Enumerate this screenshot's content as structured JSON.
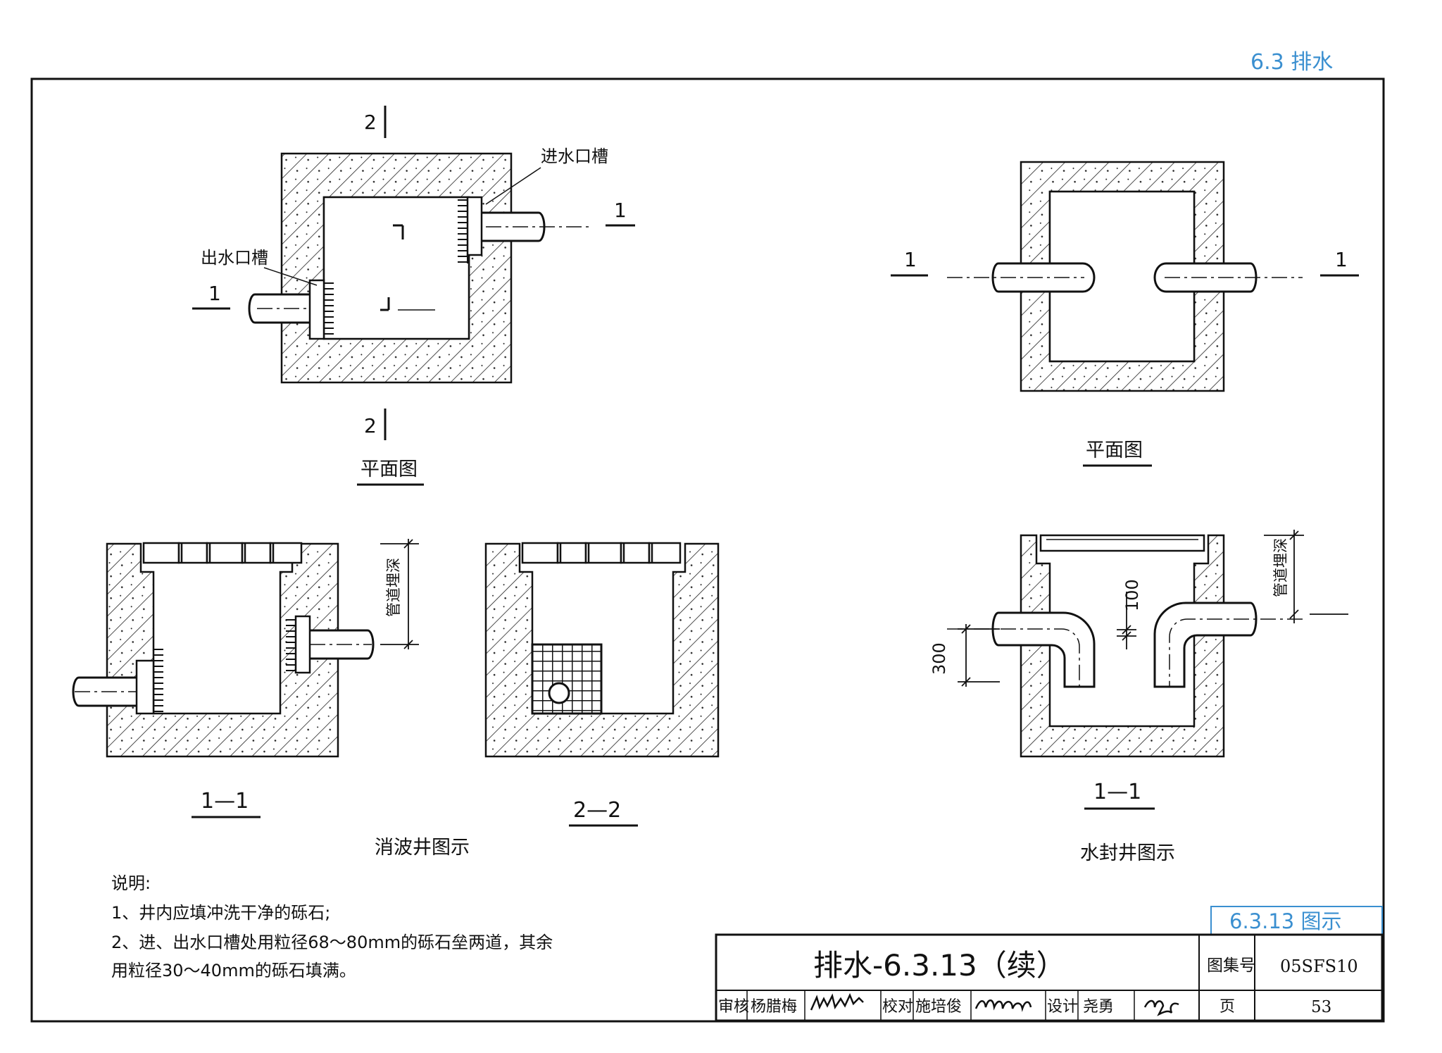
{
  "header": {
    "section": "6.3 排水"
  },
  "left_group": {
    "plan": {
      "title": "平面图",
      "inlet_label": "进水口槽",
      "outlet_label": "出水口槽",
      "mark_1": "1",
      "mark_2": "2"
    },
    "section_1_1": {
      "title": "1—1",
      "depth_label": "管道埋深"
    },
    "section_2_2": {
      "title": "2—2"
    },
    "caption": "消波井图示"
  },
  "right_group": {
    "plan": {
      "title": "平面图",
      "mark_1": "1"
    },
    "section_1_1": {
      "title": "1—1",
      "depth_label": "管道埋深",
      "dim_100": "100",
      "dim_300": "300"
    },
    "caption": "水封井图示"
  },
  "notes": {
    "heading": "说明:",
    "items": [
      "1、井内应填冲洗干净的砾石;",
      "2、进、出水口槽处用粒径68～80mm的砾石垒两道，其余",
      "用粒径30～40mm的砾石填满。"
    ]
  },
  "title_block": {
    "tab": "6.3.13 图示",
    "title": "排水-6.3.13（续）",
    "atlas_no_label": "图集号",
    "atlas_no": "05SFS10",
    "review_label": "审核",
    "reviewer": "杨腊梅",
    "check_label": "校对",
    "checker": "施培俊",
    "design_label": "设计",
    "designer": "尧勇",
    "page_label": "页",
    "page": "53"
  }
}
